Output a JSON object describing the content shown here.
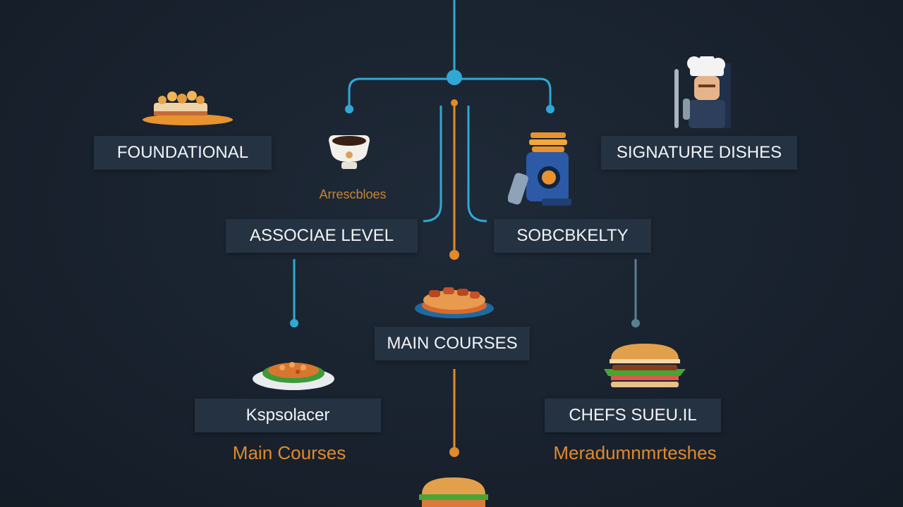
{
  "nodes": {
    "foundational": "FOUNDATIONAL",
    "signature_dishes": "SIGNATURE DISHES",
    "associate_level": "ASSOCIAE LEVEL",
    "specialty": "SOBCBKELTY",
    "main_courses_box": "MAIN COURSES",
    "bottom_left_box": "Kspsolacer",
    "chefs_box": "CHEFS SUEU.IL"
  },
  "captions": {
    "small_center_left": "Arrescbloes",
    "bottom_left": "Main Courses",
    "bottom_right": "Meradumnmrteshes"
  },
  "icons": {
    "foundational": "pie-dish-icon",
    "coffee": "coffee-cup-icon",
    "mixer": "stand-mixer-icon",
    "chef": "chef-icon",
    "main_dish": "roast-platter-icon",
    "salad": "salad-plate-icon",
    "burger": "burger-icon",
    "sandwich": "sandwich-icon"
  },
  "colors": {
    "background": "#1a2330",
    "box": "#243242",
    "blue_line": "#2fa9d4",
    "orange_line": "#e08a2c",
    "text": "#f2f4f7"
  }
}
